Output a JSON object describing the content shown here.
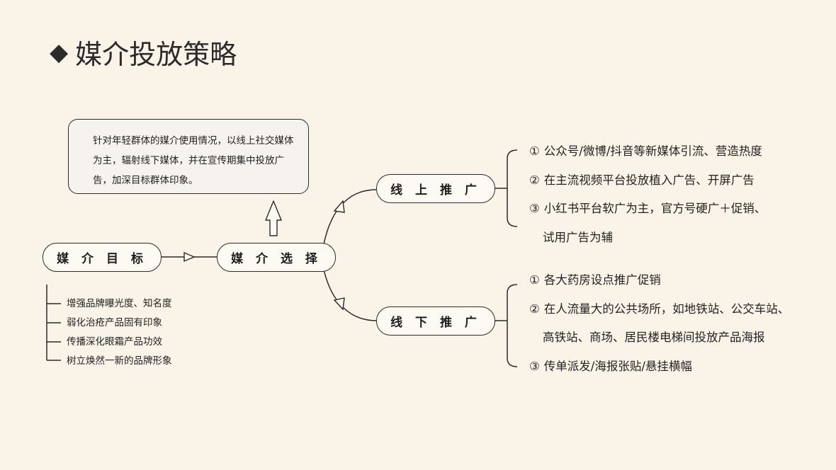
{
  "title": "媒介投放策略",
  "title_marker": "◆",
  "nodes": {
    "goal": "媒 介 目 标",
    "choice": "媒 介 选 择",
    "online": "线 上 推 广",
    "offline": "线 下 推 广"
  },
  "callout": "针对年轻群体的媒介使用情况，以线上社交媒体为主，辐射线下媒体，并在宣传期集中投放广告，加深目标群体印象。",
  "goals": [
    "增强品牌曝光度、知名度",
    "弱化治疮产品固有印象",
    "传播深化眼霜产品功效",
    "树立焕然一新的品牌形象"
  ],
  "online_items": [
    {
      "num": "①",
      "text": "公众号/微博/抖音等新媒体引流、营造热度"
    },
    {
      "num": "②",
      "text": "在主流视频平台投放植入广告、开屏广告"
    },
    {
      "num": "③",
      "text": "小红书平台软广为主，官方号硬广＋促销、"
    },
    {
      "num": "",
      "text": "试用广告为辅"
    }
  ],
  "offline_items": [
    {
      "num": "①",
      "text": "各大药房设点推广促销"
    },
    {
      "num": "②",
      "text": "在人流量大的公共场所，如地铁站、公交车站、"
    },
    {
      "num": "",
      "text": "高铁站、商场、居民楼电梯间投放产品海报"
    },
    {
      "num": "③",
      "text": "传单派发/海报张贴/悬挂横幅"
    }
  ],
  "colors": {
    "background": "#faf3e8",
    "line": "#2a2a2a"
  }
}
